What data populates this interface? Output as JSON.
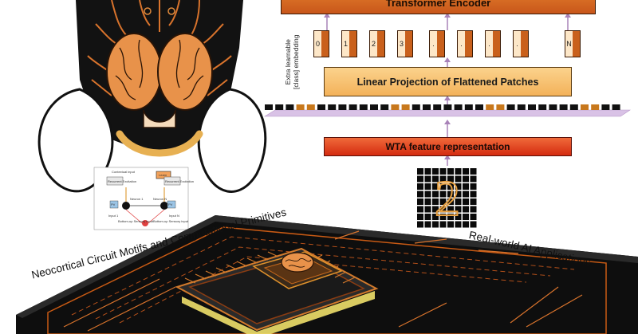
{
  "encoder": {
    "label": "Transformer Encoder"
  },
  "projection": {
    "label": "Linear Projection of Flattened Patches"
  },
  "wta": {
    "label": "WTA feature representation"
  },
  "embedding_label": {
    "line1": "Extra learnable",
    "line2": "[class] embedding"
  },
  "tokens": [
    "0",
    "1",
    "2",
    "3",
    ".",
    ".",
    ".",
    ".",
    "N"
  ],
  "digit_grid": {
    "digit": "2"
  },
  "circuit_labels": {
    "contextual": "Contextual input",
    "learn": "Learn",
    "excitation_left": "Recurrent Excitation",
    "excitation_right": "Recurrent Excitation",
    "neuron1": "Neuron 1",
    "neuron2": "Neuron N",
    "pv": "PV",
    "input1": "Input 1",
    "input2": "Input N",
    "bottom_left": "Bottom-up Sensory input",
    "bottom_right": "Bottom-up Sensory input"
  },
  "curved_labels": {
    "left": "Neocortical Circuit Motifs and Computational Primitives",
    "right": "Real-world AI Applications"
  },
  "colors": {
    "encoder": "#d0621f",
    "projection": "#f6bd6a",
    "wta": "#e0401e",
    "token": "#f4a35c",
    "chip": "#c85a14",
    "brain": "#e8924a"
  }
}
